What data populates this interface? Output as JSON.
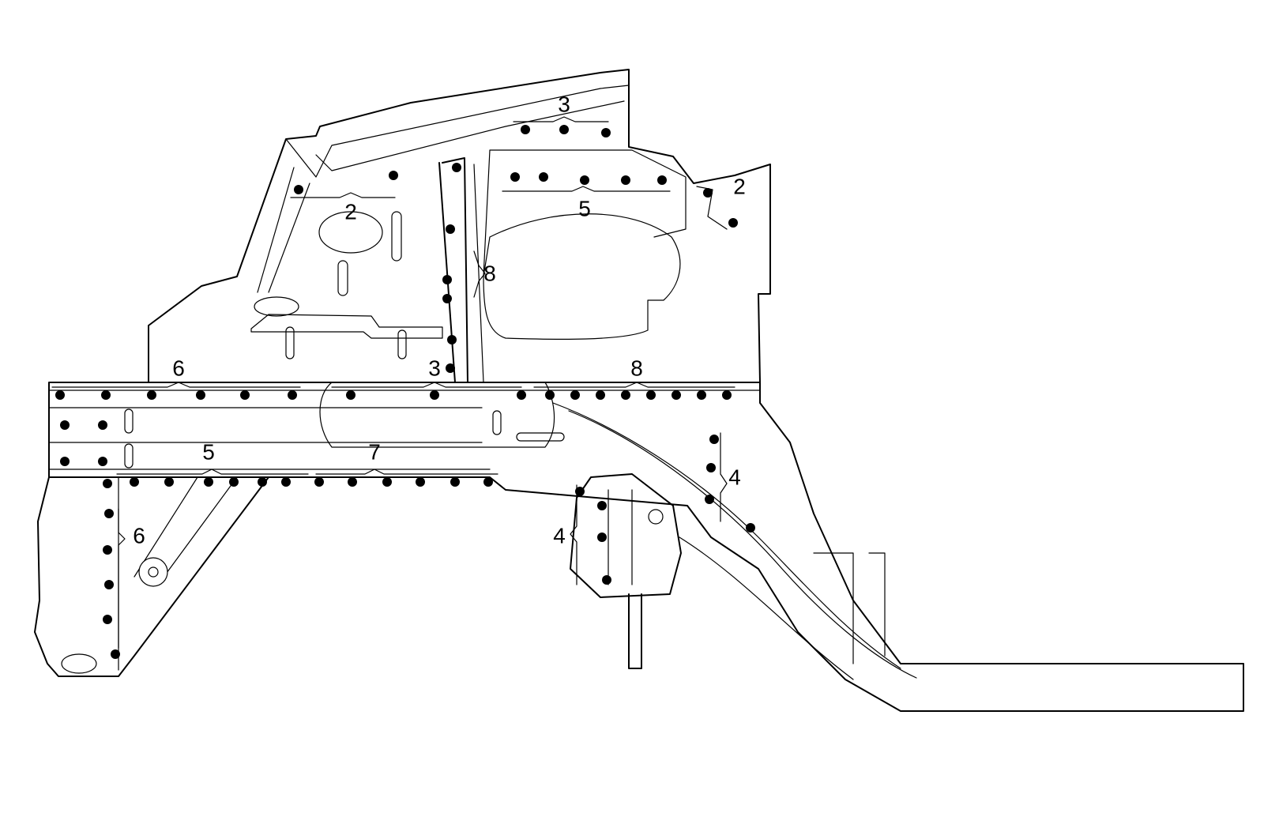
{
  "callouts": [
    {
      "id": "c3-top",
      "label": "3"
    },
    {
      "id": "c2-left",
      "label": "2"
    },
    {
      "id": "c5-top",
      "label": "5"
    },
    {
      "id": "c2-right",
      "label": "2"
    },
    {
      "id": "c8-pillar",
      "label": "8"
    },
    {
      "id": "c6-top",
      "label": "6"
    },
    {
      "id": "c3-mid",
      "label": "3"
    },
    {
      "id": "c8-rail",
      "label": "8"
    },
    {
      "id": "c5-lower",
      "label": "5"
    },
    {
      "id": "c7",
      "label": "7"
    },
    {
      "id": "c4-right",
      "label": "4"
    },
    {
      "id": "c4-mount",
      "label": "4"
    },
    {
      "id": "c6-lower",
      "label": "6"
    }
  ]
}
